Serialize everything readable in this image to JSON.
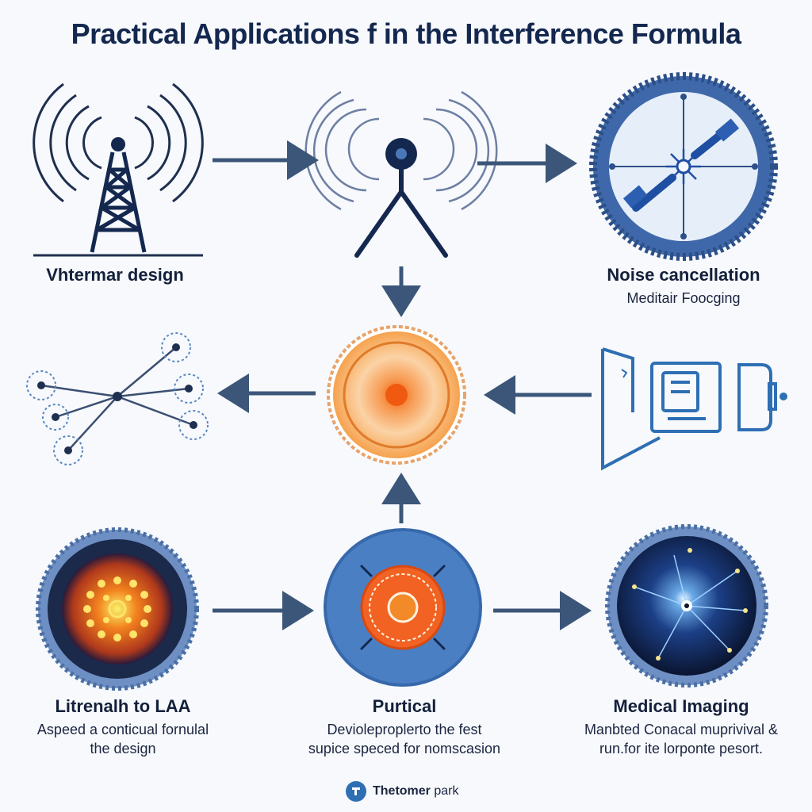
{
  "title": "Practical Applications f in the Interference Formula",
  "nodes": {
    "antenna": {
      "label": "Vhtermar design"
    },
    "noise": {
      "label": "Noise cancellation",
      "desc": "Meditair Foocging"
    },
    "litrenalh": {
      "label": "Litrenalh to LAA",
      "desc_line1": "Aspeed a conticual fornulal",
      "desc_line2": "the design"
    },
    "purtical": {
      "label": "Purtical",
      "desc_line1": "Devioleproplerto the fest",
      "desc_line2": "supice speced for nomscasion"
    },
    "medical": {
      "label": "Medical Imaging",
      "desc_line1": "Manbted Conacal muprivival &",
      "desc_line2": "run.for ite lorponte pesort."
    }
  },
  "footer": {
    "brand": "Thetomer",
    "suffix": " park"
  },
  "colors": {
    "navy": "#14284f",
    "accent_blue": "#4a6fa5",
    "orange": "#f08a2a",
    "light_blue": "#dfe9f6"
  }
}
